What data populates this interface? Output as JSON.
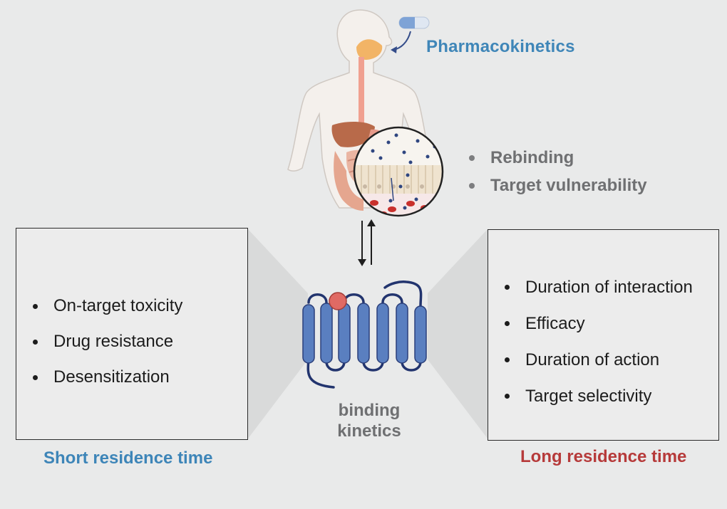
{
  "pharmacokinetics_label": "Pharmacokinetics",
  "pk_factors": [
    "Rebinding",
    "Target vulnerability"
  ],
  "short_box": {
    "items": [
      "On-target toxicity",
      "Drug resistance",
      "Desensitization"
    ],
    "caption": "Short residence time",
    "arrow_direction": "down",
    "arrow_color": "#3e8ac4"
  },
  "long_box": {
    "items": [
      "Duration of interaction",
      "Efficacy",
      "Duration of action",
      "Target selectivity"
    ],
    "caption": "Long residence time",
    "arrow_direction": "up",
    "arrow_color": "#c44d4b"
  },
  "center_label": {
    "line1": "binding",
    "line2": "kinetics"
  },
  "colors": {
    "blue_caption": "#3d85b8",
    "red_caption": "#b63a3a",
    "helix_fill": "#5a7fc0",
    "helix_stroke": "#2b3f7a",
    "ligand": "#e06a64"
  },
  "icons": [
    "human-body-icon",
    "pill-icon",
    "tissue-magnifier-icon",
    "gpcr-receptor-icon",
    "bidirectional-arrows-icon"
  ]
}
